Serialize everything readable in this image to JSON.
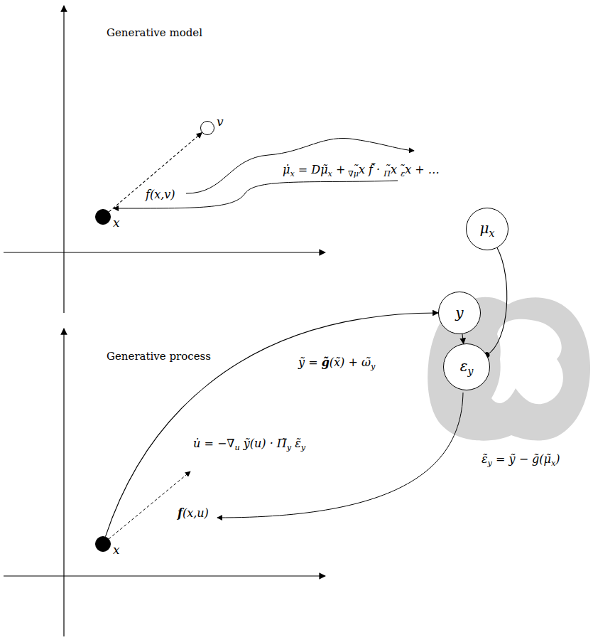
{
  "diagram": {
    "nodes": [
      {
        "text": [
          "v"
        ]
      },
      {
        "text": [
          "x"
        ]
      },
      {
        "text": [
          "μx"
        ]
      },
      {
        "text": [
          "y"
        ]
      },
      {
        "text": [
          "εy"
        ]
      },
      {
        "text": [
          "x"
        ]
      }
    ],
    "edges": [
      {
        "from": 1,
        "to": 0,
        "arrow": "to"
      },
      {
        "from": 3,
        "to": 4,
        "arrow": "to"
      },
      {
        "from": 2,
        "to": 4,
        "arrow": "to"
      },
      {
        "from": 5,
        "to": 3,
        "arrow": "to"
      }
    ],
    "labels": [
      "Generative model",
      "f(x,v)",
      "μ̇x = Dμ̃x + ∇μ̃x f̃ · Π̃x ε̃x + …",
      "Generative process",
      "ỹ = g̃(x̃) + ω̃y",
      "u̇ = −∇u ỹ(u) · Π̃y ε̃y",
      "f(x,u)",
      "ε̃y = ỹ − g̃(μ̃x)"
    ]
  }
}
